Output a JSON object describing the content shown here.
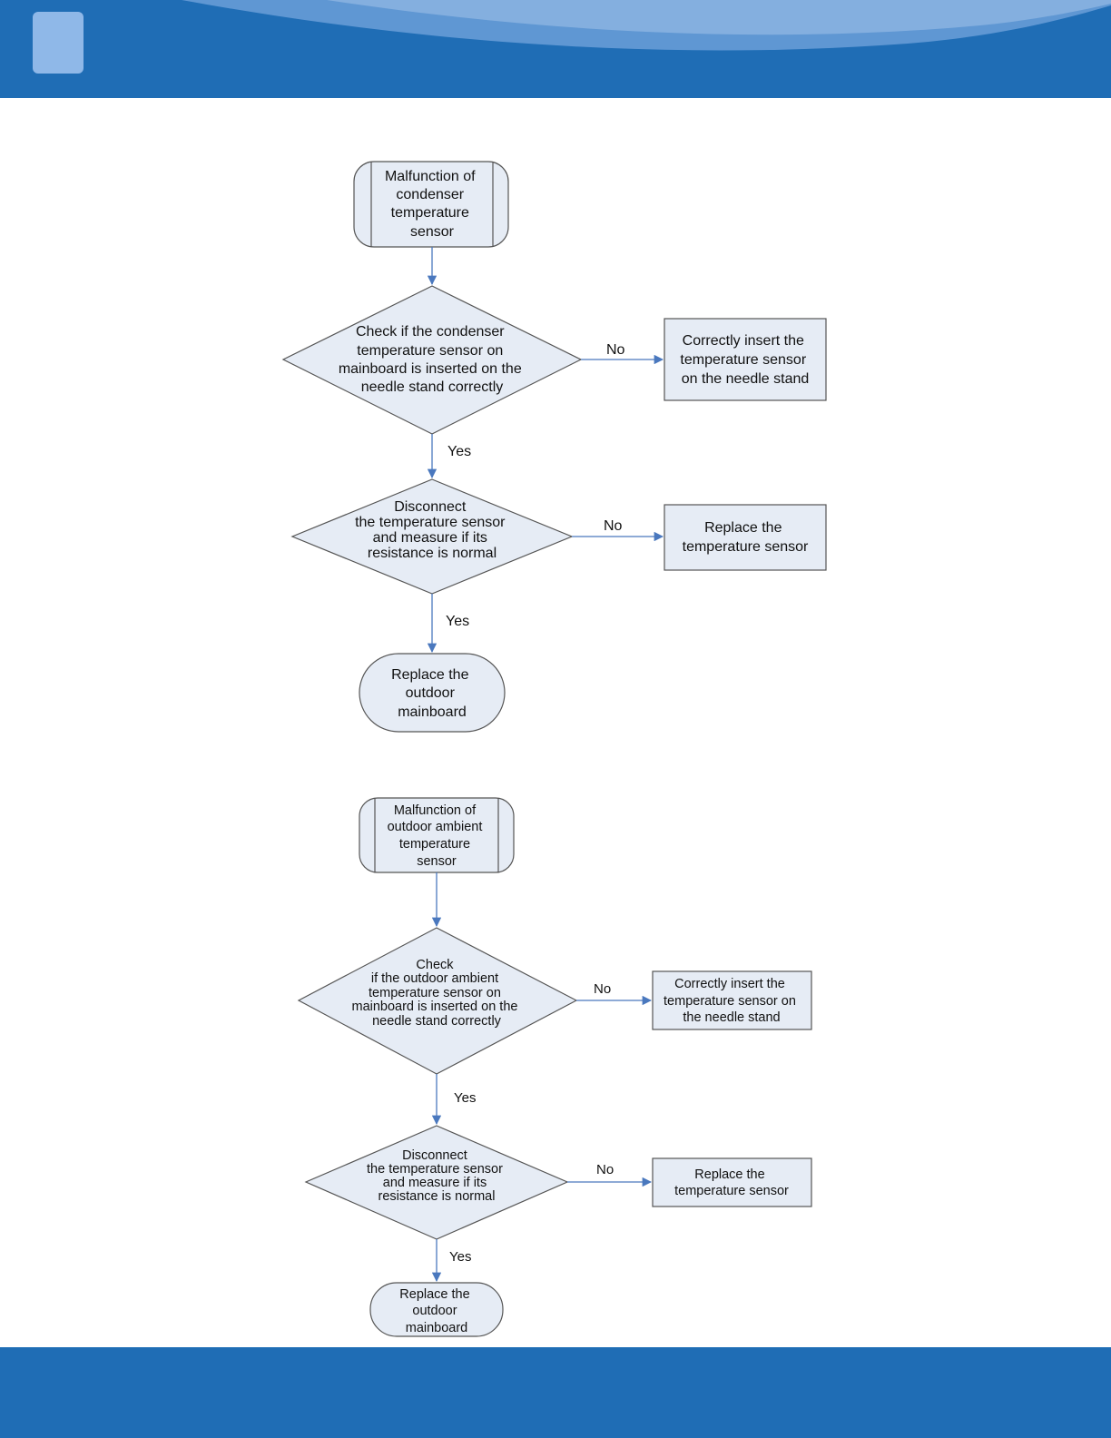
{
  "colors": {
    "banner": "#1f6db5",
    "banner_wave": "#6b9fd8",
    "node_fill": "#e6ecf5",
    "node_stroke": "#555555",
    "connector": "#4a78be"
  },
  "flowchart_1": {
    "start": [
      "Malfunction of",
      "condenser",
      "temperature",
      "sensor"
    ],
    "check_1": [
      "Check if the condenser",
      "temperature sensor on",
      "mainboard is inserted on the",
      "needle stand correctly"
    ],
    "action_1": [
      "Correctly insert the",
      "temperature sensor",
      "on the needle stand"
    ],
    "check_2": [
      "Disconnect",
      "the temperature sensor",
      "and measure if its",
      "resistance is normal"
    ],
    "action_2": [
      "Replace the",
      "temperature sensor"
    ],
    "end": [
      "Replace the",
      "outdoor",
      "mainboard"
    ],
    "no_label": "No",
    "yes_label": "Yes"
  },
  "flowchart_2": {
    "start": [
      "Malfunction of",
      "outdoor ambient",
      "temperature",
      "sensor"
    ],
    "check_1": [
      "Check",
      "if the outdoor ambient",
      "temperature sensor on",
      "mainboard is inserted on the",
      "needle stand correctly"
    ],
    "action_1": [
      "Correctly insert the",
      "temperature sensor on",
      "the needle stand"
    ],
    "check_2": [
      "Disconnect",
      "the temperature sensor",
      "and measure if its",
      "resistance is normal"
    ],
    "action_2": [
      "Replace the",
      "temperature sensor"
    ],
    "end": [
      "Replace the",
      "outdoor",
      "mainboard"
    ],
    "no_label": "No",
    "yes_label": "Yes"
  }
}
